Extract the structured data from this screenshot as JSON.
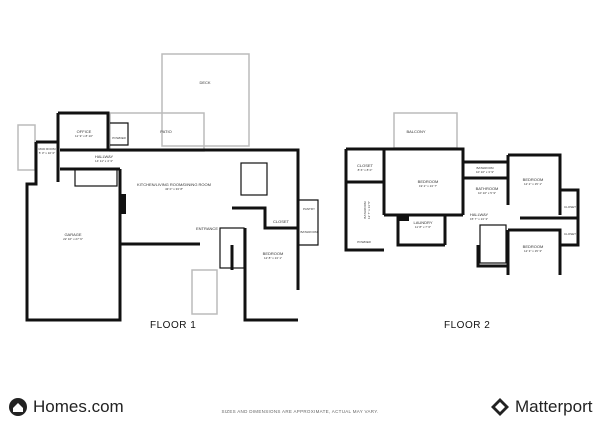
{
  "floor1": {
    "title": "FLOOR 1",
    "rooms": [
      {
        "name": "DECK",
        "dims": ""
      },
      {
        "name": "OFFICE",
        "dims": "11' 9\" x 8' 10\""
      },
      {
        "name": "PATIO",
        "dims": ""
      },
      {
        "name": "MUD ROOM",
        "dims": "5' 3\" x 10' 0\""
      },
      {
        "name": "HALLWAY",
        "dims": "14' 11\" x 4' 3\""
      },
      {
        "name": "KITCHEN/LIVING ROOM/DINING ROOM",
        "dims": "43' 0\" x 33' 8\""
      },
      {
        "name": "GARAGE",
        "dims": "22' 10\" x 27' 9\""
      },
      {
        "name": "ENTRANCE",
        "dims": ""
      },
      {
        "name": "CLOSET",
        "dims": ""
      },
      {
        "name": "BEDROOM",
        "dims": "12' 8\" x 13' 1\""
      },
      {
        "name": "PANTRY",
        "dims": ""
      },
      {
        "name": "BATHROOM",
        "dims": ""
      },
      {
        "name": "POWDER",
        "dims": ""
      }
    ]
  },
  "floor2": {
    "title": "FLOOR 2",
    "rooms": [
      {
        "name": "BALCONY",
        "dims": ""
      },
      {
        "name": "CLOSET",
        "dims": "8' 6\" x 8' 0\""
      },
      {
        "name": "BEDROOM",
        "dims": "19' 2\" x 13' 7\""
      },
      {
        "name": "BATHROOM",
        "dims": "10' 10\" x 3' 9\""
      },
      {
        "name": "BATHROOM",
        "dims": "10' 10\" x 5' 9\""
      },
      {
        "name": "BEDROOM",
        "dims": "12' 2\" x 15' 1\""
      },
      {
        "name": "CLOSET",
        "dims": ""
      },
      {
        "name": "CLOSET",
        "dims": ""
      },
      {
        "name": "BATHROOM",
        "dims": "12' 7\" x 13' 5\""
      },
      {
        "name": "LAUNDRY",
        "dims": "11' 8\" x 7' 6\""
      },
      {
        "name": "HALLWAY",
        "dims": "15' 7\" x 13' 3\""
      },
      {
        "name": "BEDROOM",
        "dims": "12' 3\" x 15' 3\""
      },
      {
        "name": "POWDER",
        "dims": ""
      }
    ]
  },
  "footer": {
    "left_logo": "Homes.com",
    "disclaimer": "SIZES AND DIMENSIONS ARE APPROXIMATE, ACTUAL MAY VARY.",
    "right_logo": "Matterport"
  }
}
